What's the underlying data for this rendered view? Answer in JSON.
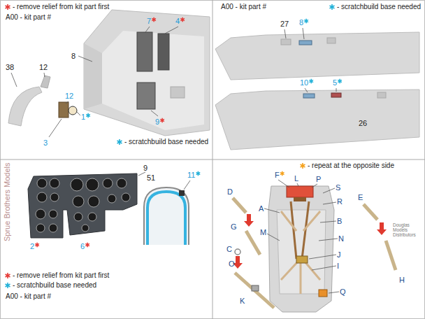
{
  "diagram": {
    "labels": [
      "A00 - kit part #",
      "7",
      "4",
      "8",
      "9",
      "38",
      "12",
      "12",
      "1",
      "3",
      "A00 - kit part #",
      "27",
      "8",
      "10",
      "5",
      "26",
      "9",
      "51",
      "11",
      "2",
      "6",
      "A00 - kit part #",
      "F",
      "L",
      "P",
      "S",
      "R",
      "A",
      "B",
      "N",
      "M",
      "D",
      "G",
      "E",
      "C",
      "O",
      "J",
      "I",
      "K",
      "Q",
      "H",
      "Douglas Models Distributors",
      "Sprue Brothers Models"
    ],
    "legend": [
      {
        "text": "- remove relief from kit part first",
        "color": "#e53935"
      },
      {
        "text": "- scratchbuild base needed",
        "color": "#1fb0d8"
      },
      {
        "text": "- scratchbuild base needed",
        "color": "#1fb0d8"
      },
      {
        "text": "- remove relief from kit part first",
        "color": "#e53935"
      },
      {
        "text": "- scratchbuild base needed",
        "color": "#1fb0d8"
      },
      {
        "text": "- repeat at the opposite side",
        "color": "#f5a01a"
      }
    ]
  }
}
